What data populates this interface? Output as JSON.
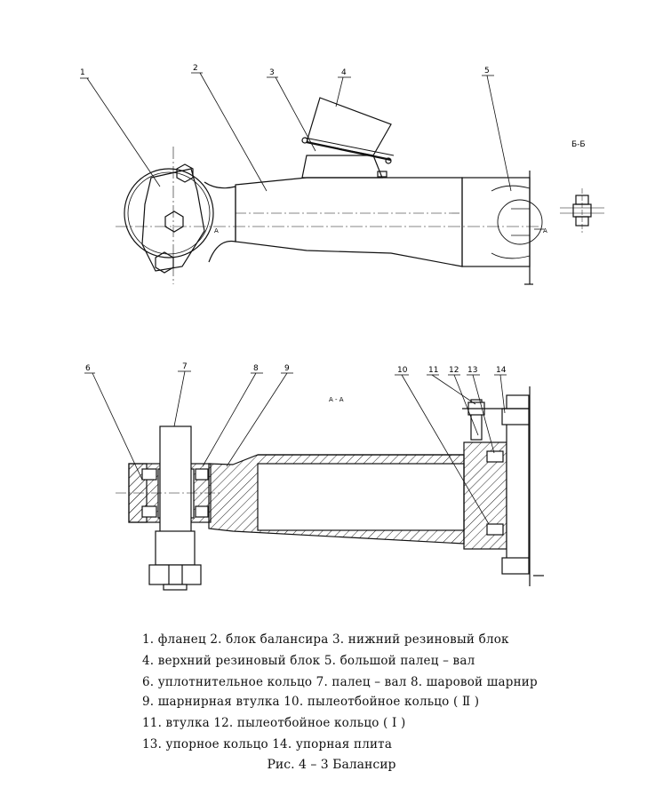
{
  "callouts": {
    "top": [
      "1",
      "2",
      "3",
      "4",
      "5"
    ],
    "bottom": [
      "6",
      "7",
      "8",
      "9",
      "10",
      "11",
      "12",
      "13",
      "14"
    ]
  },
  "view_marks": {
    "section_b": "Б-Б",
    "section_a": "А - А",
    "arrow_a": "А"
  },
  "legend": [
    "1. фланец   2. блок балансира   3. нижний резиновый блок",
    "4. верхний резиновый блок   5. большой палец – вал",
    "6. уплотнительное кольцо   7. палец – вал   8. шаровой шарнир",
    "9. шарнирная втулка   10. пылеотбойное кольцо ( Ⅱ )",
    "11. втулка   12. пылеотбойное кольцо ( Ⅰ )",
    "13. упорное кольцо   14. упорная плита"
  ],
  "caption": "Рис. 4 – 3 Балансир"
}
